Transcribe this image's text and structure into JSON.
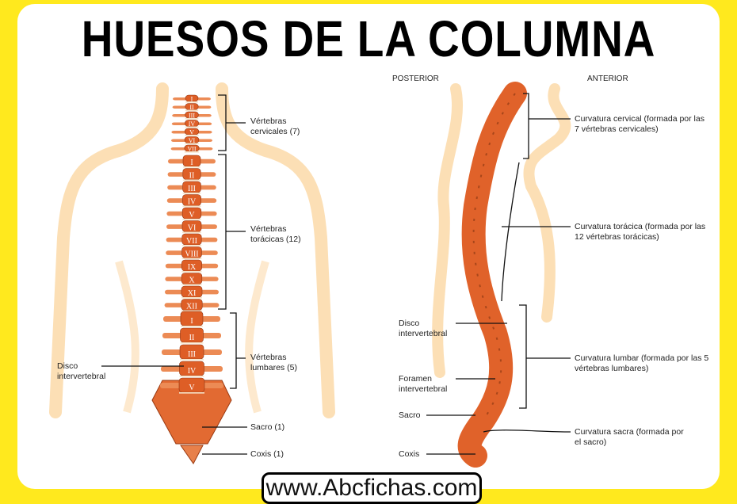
{
  "title": "HUESOS DE LA COLUMNA",
  "left_figure": {
    "cervical_numerals": [
      "I",
      "II",
      "III",
      "IV",
      "V",
      "VI",
      "VII"
    ],
    "thoracic_numerals": [
      "I",
      "II",
      "III",
      "IV",
      "V",
      "VI",
      "VII",
      "VIII",
      "IX",
      "X",
      "XI",
      "XII"
    ],
    "lumbar_numerals": [
      "I",
      "II",
      "III",
      "IV",
      "V"
    ],
    "labels": {
      "cervical": "Vértebras cervicales (7)",
      "thoracic": "Vértebras torácicas (12)",
      "lumbar": "Vértebras lumbares (5)",
      "disc": "Disco intervertebral",
      "sacrum": "Sacro (1)",
      "coccyx": "Coxis (1)"
    }
  },
  "right_figure": {
    "posterior": "POSTERIOR",
    "anterior": "ANTERIOR",
    "labels": {
      "cervical_curve": "Curvatura cervical (formada por las 7 vértebras cervicales)",
      "thoracic_curve": "Curvatura torácica (formada por las 12 vértebras torácicas)",
      "lumbar_curve": "Curvatura lumbar (formada por las 5 vértebras lumbares)",
      "sacral_curve": "Curvatura sacra (formada por el sacro)",
      "disc": "Disco intervertebral",
      "foramen": "Foramen intervertebral",
      "sacrum": "Sacro",
      "coccyx": "Coxis"
    }
  },
  "footer": "www.Abcfichas.com",
  "colors": {
    "background": "#FFE91E",
    "bone": "#E0622A",
    "skin": "#FBD9A8"
  }
}
